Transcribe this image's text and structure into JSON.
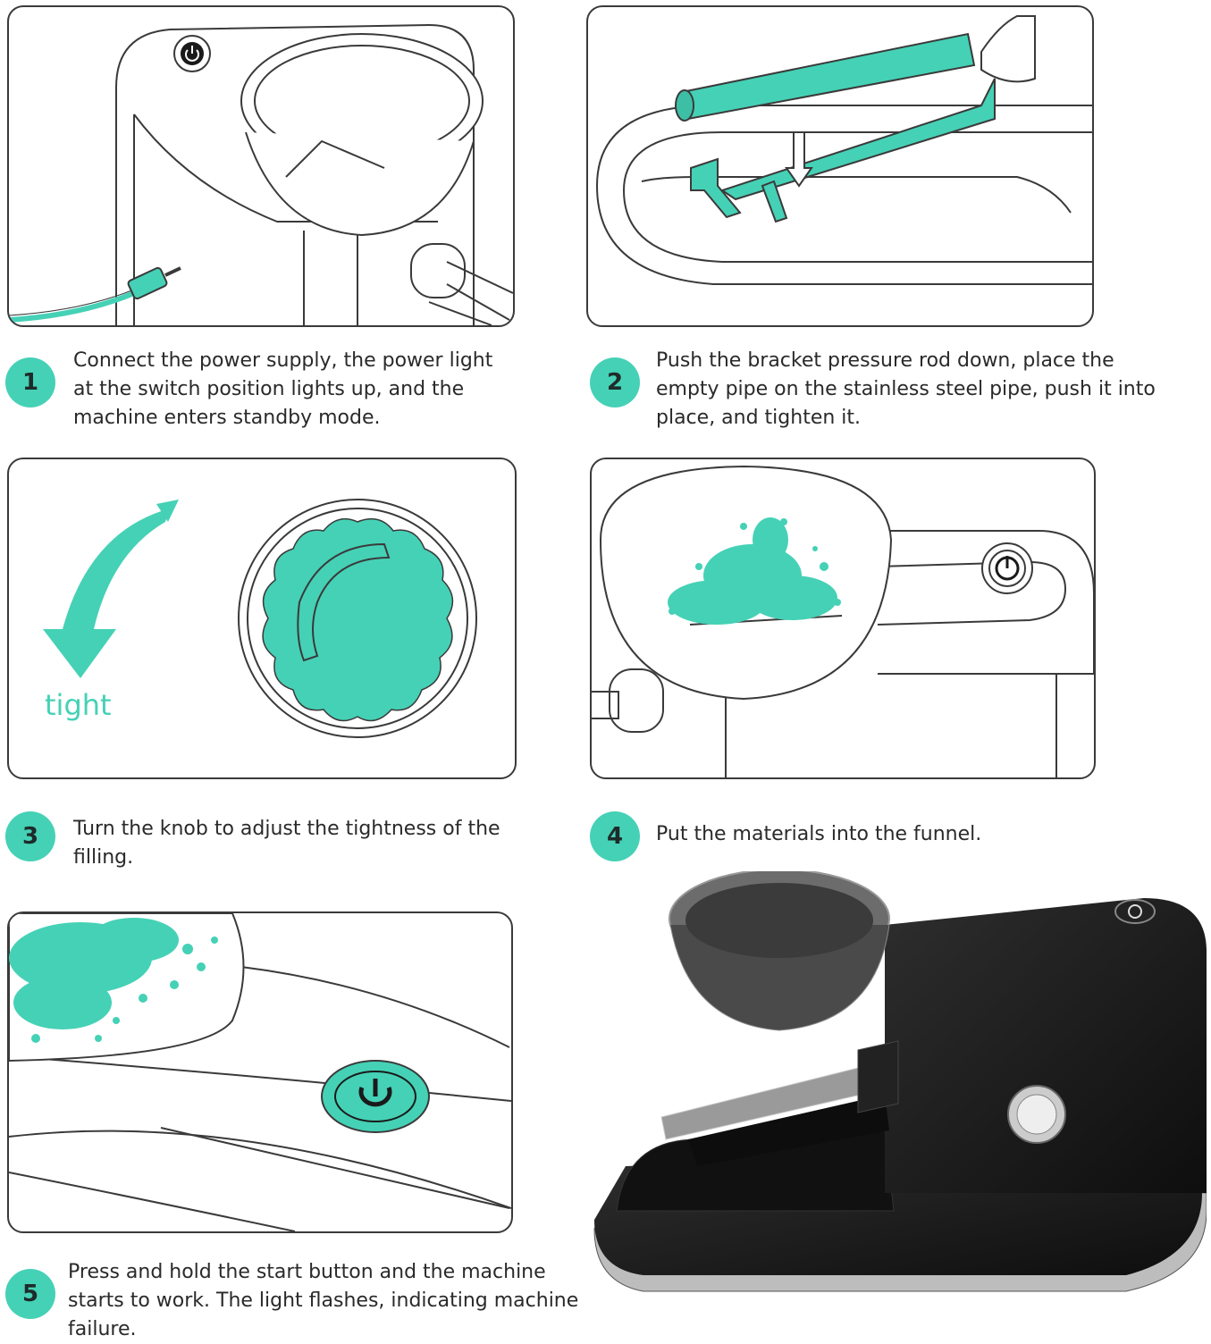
{
  "steps": [
    {
      "number": "1",
      "text": "Connect the power supply, the power light at the switch position lights up, and the machine enters standby mode."
    },
    {
      "number": "2",
      "text": "Push the bracket pressure rod down, place the empty pipe on the stainless steel pipe, push it into place, and tighten it."
    },
    {
      "number": "3",
      "text": "Turn the knob to adjust the tightness of the filling."
    },
    {
      "number": "4",
      "text": "Put the materials into the funnel."
    },
    {
      "number": "5",
      "text": "Press and hold the start button and the machine starts to work. The light flashes, indicating machine failure."
    }
  ],
  "knob_label": "tight",
  "colors": {
    "accent": "#45d1b6",
    "outline": "#3a3a3a",
    "product_body": "#1a1a1a"
  }
}
